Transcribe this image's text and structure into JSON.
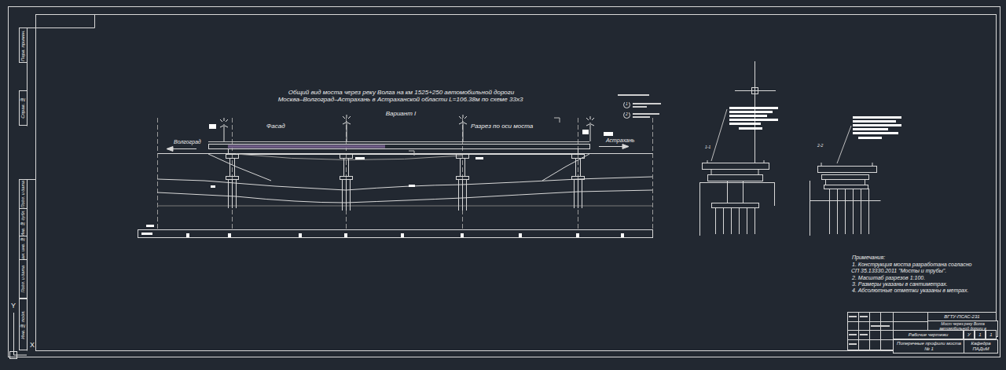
{
  "diagram": {
    "title": "Общий вид моста через реку Волга на км 1525+250 автомобильной дороги Москва–Волгоград–Астрахань в Астраханской области L=106.38м по схеме 33х3",
    "nodes": [
      {
        "text": [
          "Перв. примен."
        ]
      },
      {
        "text": [
          "Справ. №"
        ]
      },
      {
        "text": [
          "Подп. и дата"
        ]
      },
      {
        "text": [
          "Инв. № дубл."
        ]
      },
      {
        "text": [
          "Взам. инв. №"
        ]
      },
      {
        "text": [
          "Подп. и дата"
        ]
      },
      {
        "text": [
          "Инв. № подл."
        ]
      },
      {
        "text": [
          "ВГТУ-ПСАС-231"
        ]
      },
      {
        "text": [
          "Мост через реку Волга автомобильной дороги в Астраханской области"
        ]
      },
      {
        "text": [
          "Рабочие чертежи"
        ]
      },
      {
        "text": [
          "У"
        ]
      },
      {
        "text": [
          "1"
        ]
      },
      {
        "text": [
          "1"
        ]
      },
      {
        "text": [
          "Поперечные профили моста № 1"
        ]
      },
      {
        "text": [
          "Кафедра ПАДиМ"
        ]
      }
    ],
    "labels": [
      "Вариант I",
      "Фасад",
      "Разрез по оси моста",
      "Волгоград",
      "Астрахань",
      "1-1",
      "2-2",
      "1",
      "2",
      "Примечания:",
      "1. Конструкция моста разработана согласно СП 35.13330.2011 \"Мосты и трубы\".",
      "2. Масштаб разрезов 1:100.",
      "3. Размеры указаны в сантиметрах.",
      "4. Абсолютные отметки указаны в метрах.",
      "Y",
      "X"
    ]
  }
}
